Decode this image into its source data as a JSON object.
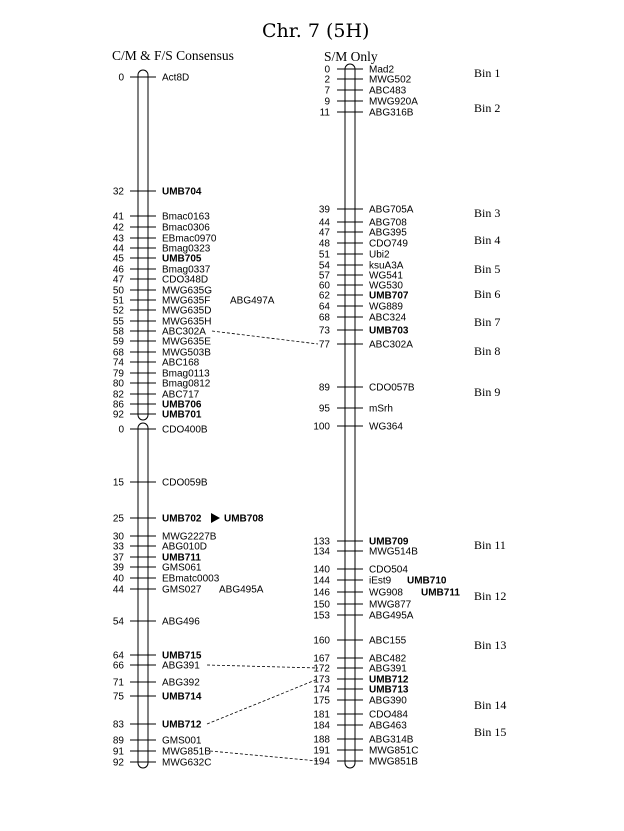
{
  "title": "Chr. 7 (5H)",
  "left_heading": "C/M & F/S Consensus",
  "right_heading": "S/M Only",
  "left_groups": [
    {
      "markers": [
        {
          "pos": "0",
          "name": "Act8D",
          "bold": false
        },
        {
          "pos": "32",
          "name": "UMB704",
          "bold": true
        },
        {
          "pos": "41",
          "name": "Bmac0163",
          "bold": false
        },
        {
          "pos": "42",
          "name": "Bmac0306",
          "bold": false
        },
        {
          "pos": "43",
          "name": "EBmac0970",
          "bold": false
        },
        {
          "pos": "44",
          "name": "Bmag0323",
          "bold": false
        },
        {
          "pos": "45",
          "name": "UMB705",
          "bold": true
        },
        {
          "pos": "46",
          "name": "Bmag0337",
          "bold": false
        },
        {
          "pos": "47",
          "name": "CDO348D",
          "bold": false
        },
        {
          "pos": "50",
          "name": "MWG635G",
          "bold": false
        },
        {
          "pos": "51",
          "name": "MWG635F",
          "bold": false,
          "extra": "ABG497A"
        },
        {
          "pos": "52",
          "name": "MWG635D",
          "bold": false
        },
        {
          "pos": "55",
          "name": "MWG635H",
          "bold": false
        },
        {
          "pos": "58",
          "name": "ABC302A",
          "bold": false
        },
        {
          "pos": "59",
          "name": "MWG635E",
          "bold": false
        },
        {
          "pos": "68",
          "name": "MWG503B",
          "bold": false
        },
        {
          "pos": "74",
          "name": "ABC168",
          "bold": false
        },
        {
          "pos": "79",
          "name": "Bmag0113",
          "bold": false
        },
        {
          "pos": "80",
          "name": "Bmag0812",
          "bold": false
        },
        {
          "pos": "82",
          "name": "ABC717",
          "bold": false
        },
        {
          "pos": "86",
          "name": "UMB706",
          "bold": true
        },
        {
          "pos": "92",
          "name": "UMB701",
          "bold": true
        }
      ]
    },
    {
      "markers": [
        {
          "pos": "0",
          "name": "CDO400B",
          "bold": false
        },
        {
          "pos": "15",
          "name": "CDO059B",
          "bold": false
        },
        {
          "pos": "25",
          "name": "UMB702",
          "bold": true,
          "arrow_to": "UMB708"
        },
        {
          "pos": "30",
          "name": "MWG2227B",
          "bold": false
        },
        {
          "pos": "33",
          "name": "ABG010D",
          "bold": false
        },
        {
          "pos": "37",
          "name": "UMB711",
          "bold": true
        },
        {
          "pos": "39",
          "name": "GMS061",
          "bold": false
        },
        {
          "pos": "40",
          "name": "EBmatc0003",
          "bold": false
        },
        {
          "pos": "44",
          "name": "GMS027",
          "bold": false,
          "extra": "ABG495A"
        },
        {
          "pos": "54",
          "name": "ABG496",
          "bold": false
        },
        {
          "pos": "64",
          "name": "UMB715",
          "bold": true
        },
        {
          "pos": "66",
          "name": "ABG391",
          "bold": false
        },
        {
          "pos": "71",
          "name": "ABG392",
          "bold": false
        },
        {
          "pos": "75",
          "name": "UMB714",
          "bold": true
        },
        {
          "pos": "83",
          "name": "UMB712",
          "bold": true
        },
        {
          "pos": "89",
          "name": "GMS001",
          "bold": false
        },
        {
          "pos": "91",
          "name": "MWG851B",
          "bold": false
        },
        {
          "pos": "92",
          "name": "MWG632C",
          "bold": false
        }
      ]
    }
  ],
  "right_markers": [
    {
      "pos": "0",
      "name": "Mad2",
      "bold": false
    },
    {
      "pos": "2",
      "name": "MWG502",
      "bold": false
    },
    {
      "pos": "7",
      "name": "ABC483",
      "bold": false
    },
    {
      "pos": "9",
      "name": "MWG920A",
      "bold": false
    },
    {
      "pos": "11",
      "name": "ABG316B",
      "bold": false
    },
    {
      "pos": "39",
      "name": "ABG705A",
      "bold": false
    },
    {
      "pos": "44",
      "name": "ABG708",
      "bold": false
    },
    {
      "pos": "47",
      "name": "ABG395",
      "bold": false
    },
    {
      "pos": "48",
      "name": "CDO749",
      "bold": false
    },
    {
      "pos": "51",
      "name": "Ubi2",
      "bold": false
    },
    {
      "pos": "54",
      "name": "ksuA3A",
      "bold": false
    },
    {
      "pos": "57",
      "name": "WG541",
      "bold": false
    },
    {
      "pos": "60",
      "name": "WG530",
      "bold": false
    },
    {
      "pos": "62",
      "name": "UMB707",
      "bold": true
    },
    {
      "pos": "64",
      "name": "WG889",
      "bold": false
    },
    {
      "pos": "68",
      "name": "ABC324",
      "bold": false
    },
    {
      "pos": "73",
      "name": "UMB703",
      "bold": true
    },
    {
      "pos": "77",
      "name": "ABC302A",
      "bold": false
    },
    {
      "pos": "89",
      "name": "CDO057B",
      "bold": false
    },
    {
      "pos": "95",
      "name": "mSrh",
      "bold": false
    },
    {
      "pos": "100",
      "name": "WG364",
      "bold": false
    },
    {
      "pos": "133",
      "name": "UMB709",
      "bold": true
    },
    {
      "pos": "134",
      "name": "MWG514B",
      "bold": false
    },
    {
      "pos": "140",
      "name": "CDO504",
      "bold": false
    },
    {
      "pos": "144",
      "name": "iEst9",
      "bold": false,
      "extra": "UMB710",
      "extra_bold": true
    },
    {
      "pos": "146",
      "name": "WG908",
      "bold": false,
      "extra": "UMB711",
      "extra_bold": true
    },
    {
      "pos": "150",
      "name": "MWG877",
      "bold": false
    },
    {
      "pos": "153",
      "name": "ABG495A",
      "bold": false
    },
    {
      "pos": "160",
      "name": "ABC155",
      "bold": false
    },
    {
      "pos": "167",
      "name": "ABC482",
      "bold": false
    },
    {
      "pos": "172",
      "name": "ABG391",
      "bold": false
    },
    {
      "pos": "173",
      "name": "UMB712",
      "bold": true
    },
    {
      "pos": "174",
      "name": "UMB713",
      "bold": true
    },
    {
      "pos": "175",
      "name": "ABG390",
      "bold": false
    },
    {
      "pos": "181",
      "name": "CDO484",
      "bold": false
    },
    {
      "pos": "184",
      "name": "ABG463",
      "bold": false
    },
    {
      "pos": "188",
      "name": "ABG314B",
      "bold": false
    },
    {
      "pos": "191",
      "name": "MWG851C",
      "bold": false
    },
    {
      "pos": "194",
      "name": "MWG851B",
      "bold": false
    }
  ],
  "bins": [
    {
      "label": "Bin 1"
    },
    {
      "label": "Bin 2"
    },
    {
      "label": "Bin 3"
    },
    {
      "label": "Bin 4"
    },
    {
      "label": "Bin 5"
    },
    {
      "label": "Bin 6"
    },
    {
      "label": "Bin 7"
    },
    {
      "label": "Bin 8"
    },
    {
      "label": "Bin 9"
    },
    {
      "label": "Bin 11"
    },
    {
      "label": "Bin 12"
    },
    {
      "label": "Bin 13"
    },
    {
      "label": "Bin 14"
    },
    {
      "label": "Bin 15"
    }
  ],
  "connections": [
    {
      "from": "ABC302A",
      "to": "ABC302A"
    },
    {
      "from": "UMB711",
      "to": "UMB711"
    },
    {
      "from": "ABG495A",
      "to": "ABG495A"
    },
    {
      "from": "ABG391",
      "to": "ABG391"
    },
    {
      "from": "UMB712",
      "to": "UMB712"
    },
    {
      "from": "MWG851B",
      "to": "MWG851B"
    }
  ]
}
